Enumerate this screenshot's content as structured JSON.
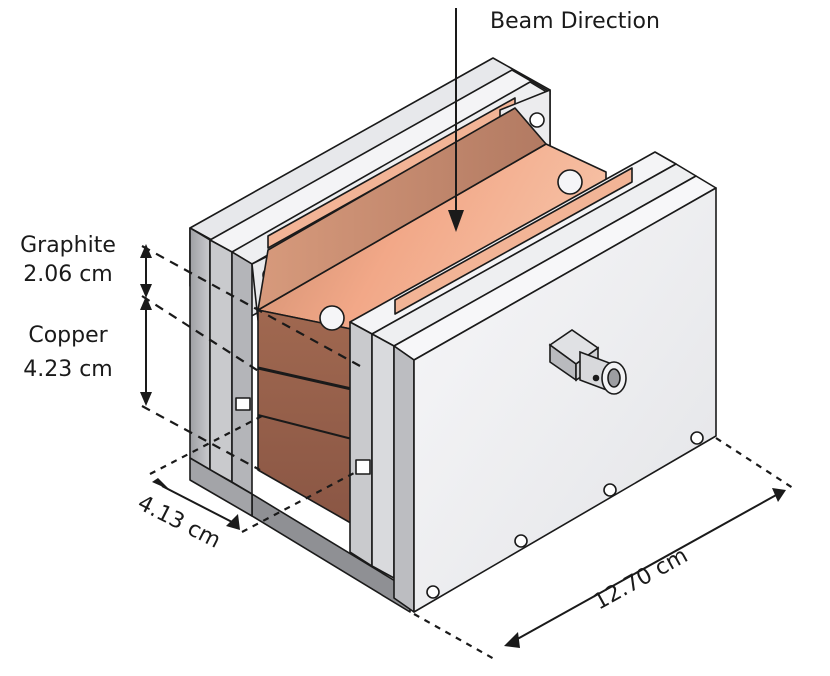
{
  "labels": {
    "beam_direction": "Beam Direction",
    "graphite_name": "Graphite",
    "graphite_thickness": "2.06 cm",
    "copper_name": "Copper",
    "copper_thickness": "4.23 cm",
    "depth": "4.13 cm",
    "length": "12.70 cm"
  },
  "colors": {
    "aluminum_light": "#f4f4f6",
    "aluminum_mid": "#d9dadd",
    "aluminum_dark": "#a9aaad",
    "copper_light": "#f6b898",
    "copper_mid": "#d69878",
    "copper_dark": "#8c5a45",
    "outline": "#1a1a1a"
  },
  "icons": [
    "bnc-connector-icon",
    "screw-icon"
  ]
}
